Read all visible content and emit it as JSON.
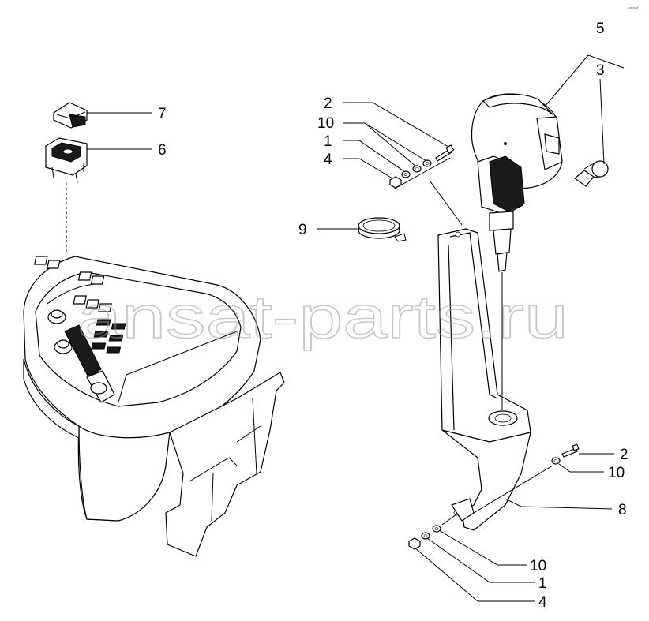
{
  "watermark": "ansat-parts.ru",
  "corner_mark": "ansat",
  "callouts": {
    "c5": "5",
    "c3": "3",
    "c7": "7",
    "c6": "6",
    "c2_top": "2",
    "c10_top": "10",
    "c1_top": "1",
    "c4_top": "4",
    "c9": "9",
    "c2_right": "2",
    "c10_right": "10",
    "c8": "8",
    "c10_bottom": "10",
    "c1_bottom": "1",
    "c4_bottom": "4"
  }
}
